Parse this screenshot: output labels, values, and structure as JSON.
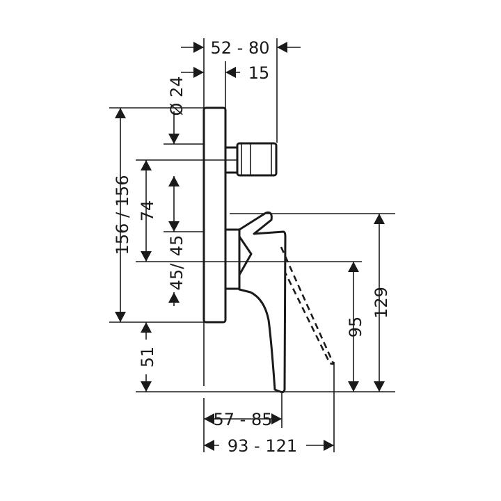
{
  "dimensions": {
    "top_width": "52 - 80",
    "top_offset": "15",
    "diameter": "Ø 24",
    "plate_height": "156 / 156",
    "spout_to_handle": "74",
    "spout_to_center": "45",
    "center_to_plate_bottom": "45/",
    "floor_offset": "51",
    "handle_depth": "57 - 85",
    "lever_reach": "93 - 121",
    "lever_height": "129",
    "center_height": "95"
  }
}
